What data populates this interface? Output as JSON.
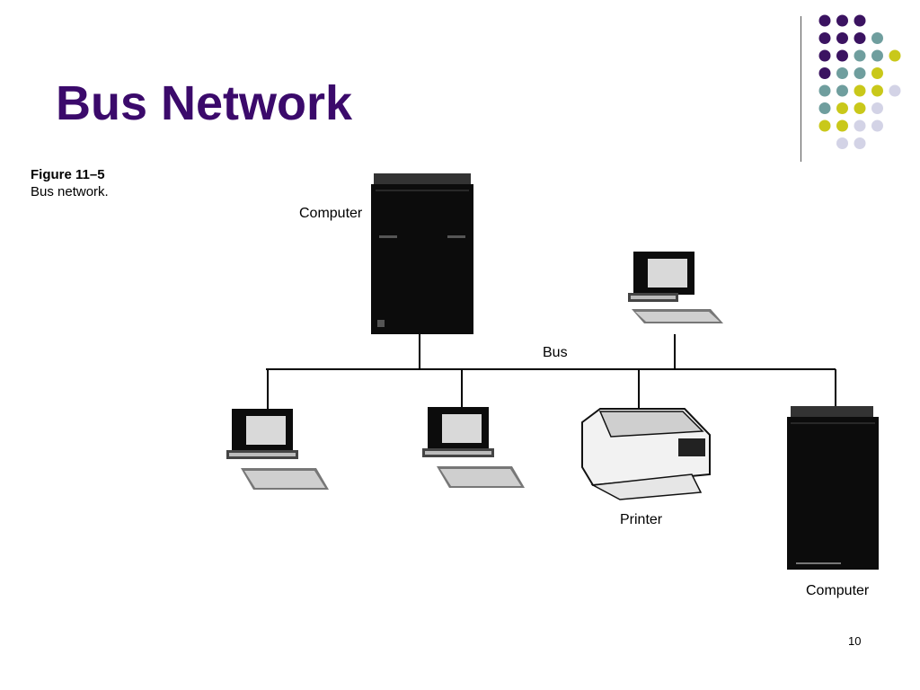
{
  "slide": {
    "title": "Bus Network",
    "page_number": "10"
  },
  "figure": {
    "number": "Figure 11–5",
    "caption": "Bus network."
  },
  "diagram": {
    "labels": {
      "computer_top": "Computer",
      "bus": "Bus",
      "printer": "Printer",
      "computer_bottom": "Computer"
    }
  },
  "colors": {
    "title": "#3b0a6b",
    "purple": "#3b1361",
    "teal": "#6f9e9e",
    "lime": "#c9c81a",
    "lavender": "#d3d3e6"
  },
  "decoration": {
    "dot_rows": [
      [
        "purple",
        "purple",
        "purple"
      ],
      [
        "purple",
        "purple",
        "purple",
        "teal"
      ],
      [
        "purple",
        "purple",
        "teal",
        "teal",
        "lime"
      ],
      [
        "purple",
        "teal",
        "teal",
        "lime"
      ],
      [
        "teal",
        "teal",
        "lime",
        "lime",
        "lavender"
      ],
      [
        "teal",
        "lime",
        "lime",
        "lavender"
      ],
      [
        "lime",
        "lime",
        "lavender",
        "lavender"
      ],
      [
        "lavender",
        "lavender"
      ]
    ]
  }
}
